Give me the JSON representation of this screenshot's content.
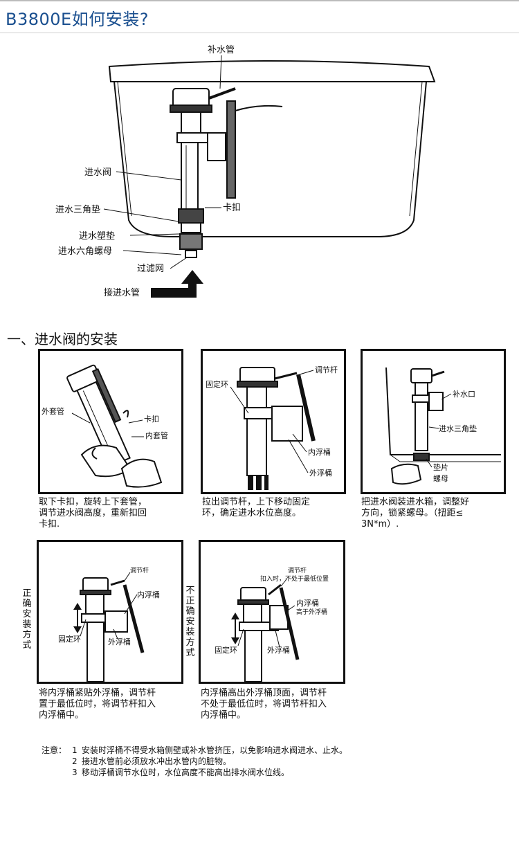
{
  "title": "B3800E如何安装?",
  "diagram": {
    "labels": {
      "refill_tube": "补水管",
      "inlet_valve": "进水阀",
      "triangle_gasket": "进水三角垫",
      "clip": "卡扣",
      "plastic_gasket": "进水塑垫",
      "hex_nut": "进水六角螺母",
      "filter": "过滤网",
      "inlet_pipe": "接进水管"
    }
  },
  "section": {
    "title": "一、进水阀的安装"
  },
  "steps": [
    {
      "labels": {
        "outer_tube": "外套管",
        "clip": "卡扣",
        "inner_tube": "内套管"
      },
      "caption": "取下卡扣，旋转上下套管，\n调节进水阀高度，重新扣回\n卡扣."
    },
    {
      "labels": {
        "adjust_rod": "调节杆",
        "fixing_ring": "固定环",
        "inner_float": "内浮桶",
        "outer_float": "外浮桶"
      },
      "caption": "拉出调节杆，上下移动固定\n环，确定进水水位高度。"
    },
    {
      "labels": {
        "refill_port": "补水口",
        "triangle_gasket": "进水三角垫",
        "washer": "垫片",
        "nut": "螺母"
      },
      "caption": "把进水阀装进水箱，调整好\n方向，锁紧螺母。（扭距≤\n3N*m）."
    }
  ],
  "install_correct": {
    "side_label": "正确安装方式",
    "labels": {
      "adjust_rod": "调节杆",
      "inner_float": "内浮桶",
      "fixing_ring": "固定环",
      "outer_float": "外浮桶"
    },
    "caption": "将内浮桶紧贴外浮桶，调节杆\n置于最低位时，将调节杆扣入\n内浮桶中。"
  },
  "install_incorrect": {
    "side_label": "不正确安装方式",
    "labels": {
      "adjust_rod": "调节杆",
      "adjust_note": "扣入时，不处于最低位置",
      "inner_float": "内浮桶",
      "inner_note": "高于外浮桶",
      "fixing_ring": "固定环",
      "outer_float": "外浮桶"
    },
    "caption": "内浮桶高出外浮桶顶面，调节杆\n不处于最低位时，将调节杆扣入\n内浮桶中。"
  },
  "notes": {
    "lead": "注意：",
    "items": [
      {
        "num": "1",
        "text": "安装时浮桶不得受水箱侧壁或补水管挤压，以免影响进水阀进水、止水。"
      },
      {
        "num": "2",
        "text": "接进水管前必须放水冲出水管内的脏物。"
      },
      {
        "num": "3",
        "text": "移动浮桶调节水位时，水位高度不能高出排水阀水位线。"
      }
    ]
  }
}
